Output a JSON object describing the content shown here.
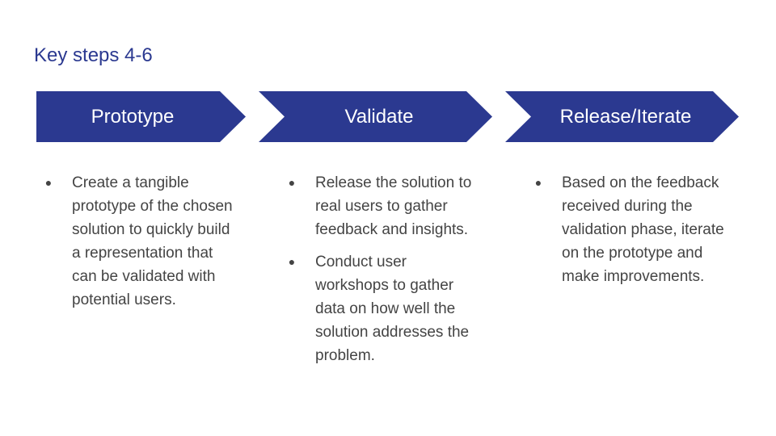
{
  "slide": {
    "title": "Key steps 4-6",
    "accent_color": "#2b3990",
    "text_color": "#444444",
    "bullet_glyph": "●"
  },
  "steps": [
    {
      "label": "Prototype",
      "bullets": [
        "Create a tangible prototype of the chosen solution to quickly build a representation that can be validated with potential users."
      ]
    },
    {
      "label": "Validate",
      "bullets": [
        "Release the solution to real users to gather feedback and insights.",
        "Conduct user workshops to gather data on how well the solution addresses the problem."
      ]
    },
    {
      "label": "Release/Iterate",
      "bullets": [
        "Based on the feedback received during the validation phase, iterate on the prototype and make improvements."
      ]
    }
  ]
}
